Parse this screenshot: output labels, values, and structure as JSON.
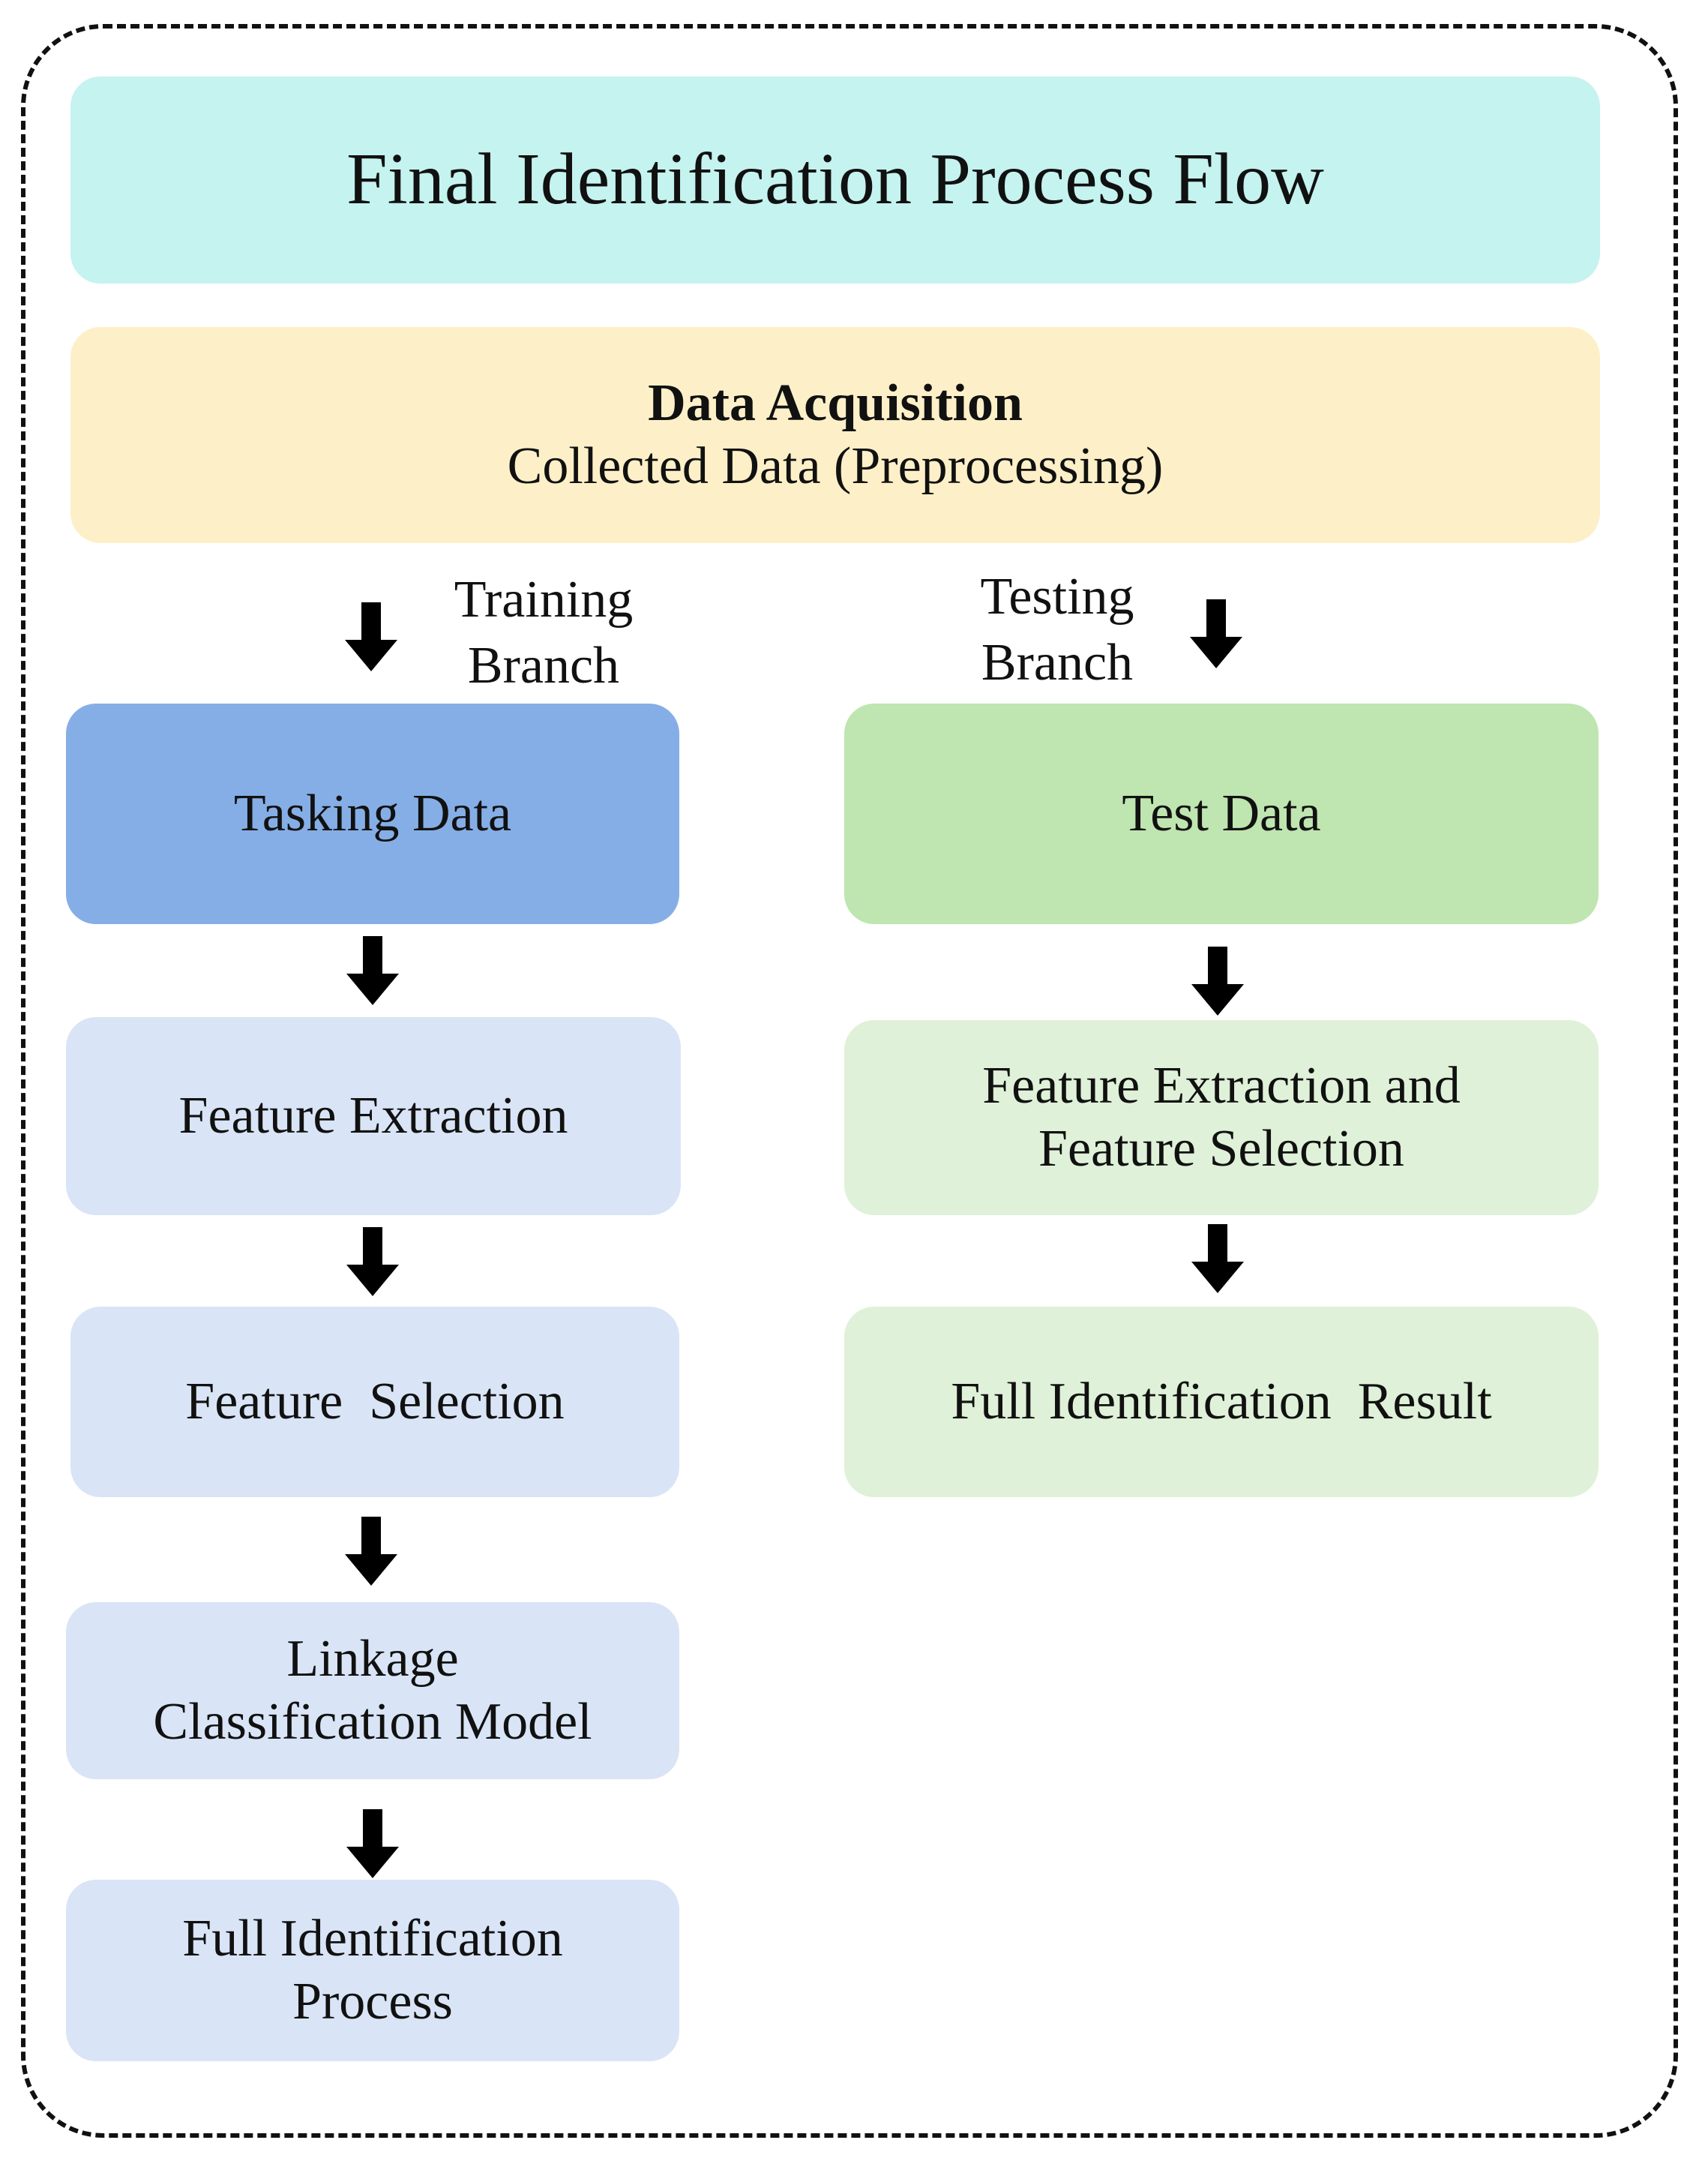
{
  "title": "Final Identification Process Flow",
  "acquisition": {
    "heading": "Data Acquisition",
    "subheading": "Collected Data (Preprocessing)"
  },
  "training": {
    "branch_label_line1": "Training",
    "branch_label_line2": "Branch",
    "steps": [
      {
        "line1": "Tasking Data",
        "line2": ""
      },
      {
        "line1": "Feature Extraction",
        "line2": ""
      },
      {
        "line1": "Feature  Selection",
        "line2": ""
      },
      {
        "line1": "Linkage",
        "line2": "Classification Model"
      },
      {
        "line1": "Full Identification",
        "line2": "Process"
      }
    ]
  },
  "testing": {
    "branch_label_line1": "Testing",
    "branch_label_line2": "Branch",
    "steps": [
      {
        "line1": "Test Data",
        "line2": ""
      },
      {
        "line1": "Feature Extraction and",
        "line2": "Feature Selection"
      },
      {
        "line1": "Full Identification  Result",
        "line2": ""
      }
    ]
  },
  "colors": {
    "title_bg": "#c5f3ef",
    "acquisition_bg": "#fdf0c8",
    "training_primary": "#86aee6",
    "training_secondary": "#d9e5f6",
    "testing_primary": "#bfe5b0",
    "testing_secondary": "#dff1d8"
  }
}
